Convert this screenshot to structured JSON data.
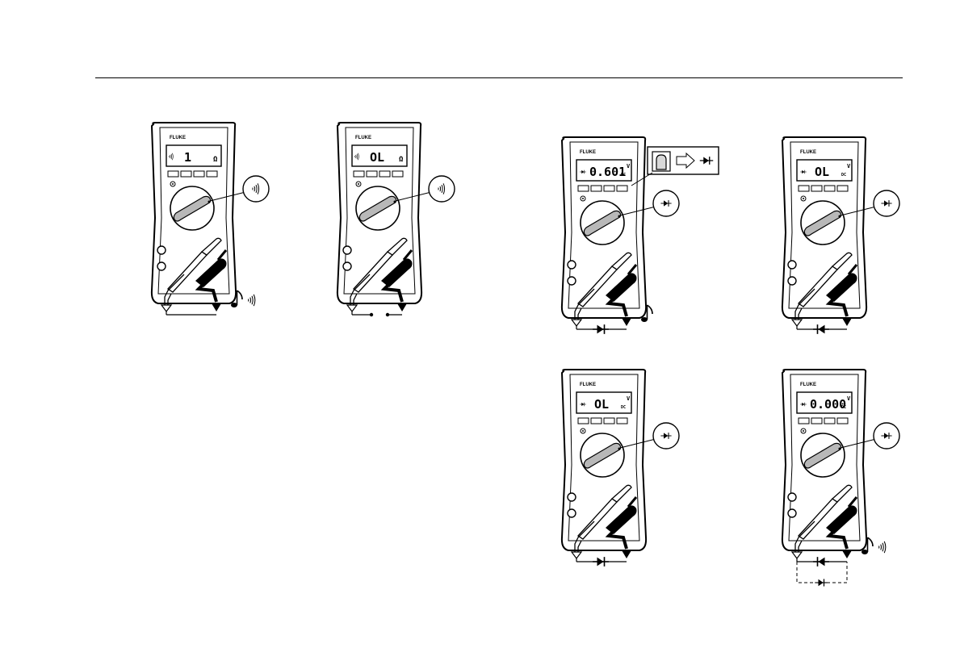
{
  "brand": "FLUKE",
  "meters": [
    {
      "id": "continuity-short",
      "display": "1",
      "display_small": "Ω",
      "range_icon": "continuity-icon",
      "circuit": "short",
      "beep": true
    },
    {
      "id": "continuity-open",
      "display": "OL",
      "display_small": "Ω",
      "range_icon": "continuity-icon",
      "circuit": "open",
      "beep": false
    },
    {
      "id": "diode-forward",
      "display": "0.601",
      "display_small": "DC",
      "display_unit": "V",
      "range_icon": "diode-icon",
      "circuit": "diode-forward",
      "beep": true,
      "inset": "diode-button-inset"
    },
    {
      "id": "diode-reverse",
      "display": "OL",
      "display_small": "DC",
      "display_unit": "V",
      "range_icon": "diode-icon",
      "circuit": "diode-reverse",
      "beep": false
    },
    {
      "id": "diode-open",
      "display": "OL",
      "display_small": "DC",
      "display_unit": "V",
      "range_icon": "diode-icon",
      "circuit": "diode-forward",
      "beep": false
    },
    {
      "id": "diode-shorted",
      "display": "0.000",
      "display_small": "DC",
      "display_unit": "V",
      "range_icon": "diode-icon",
      "circuit": "diode-shorted",
      "beep": true
    }
  ]
}
